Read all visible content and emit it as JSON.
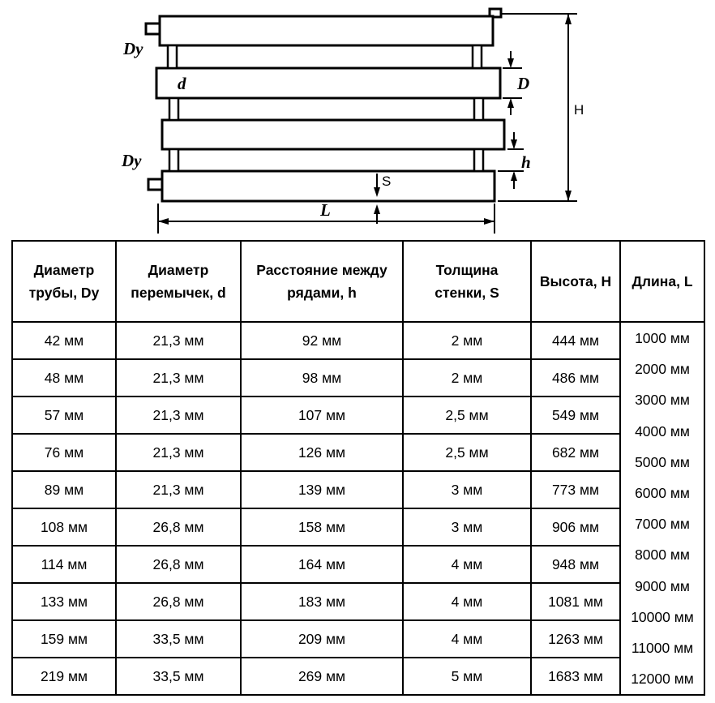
{
  "diagram": {
    "labels": {
      "dy_top": "Dy",
      "d": "d",
      "D": "D",
      "H": "H",
      "h": "h",
      "dy_bottom": "Dy",
      "S": "S",
      "L": "L"
    }
  },
  "table": {
    "headers": [
      "Диаметр трубы, Dy",
      "Диаметр перемычек, d",
      "Расстояние между рядами, h",
      "Толщина стенки, S",
      "Высота, H",
      "Длина, L"
    ],
    "rows": [
      [
        "42 мм",
        "21,3 мм",
        "92 мм",
        "2 мм",
        "444 мм"
      ],
      [
        "48 мм",
        "21,3 мм",
        "98 мм",
        "2 мм",
        "486 мм"
      ],
      [
        "57 мм",
        "21,3 мм",
        "107 мм",
        "2,5 мм",
        "549 мм"
      ],
      [
        "76 мм",
        "21,3 мм",
        "126 мм",
        "2,5 мм",
        "682 мм"
      ],
      [
        "89 мм",
        "21,3 мм",
        "139 мм",
        "3 мм",
        "773 мм"
      ],
      [
        "108 мм",
        "26,8 мм",
        "158 мм",
        "3 мм",
        "906 мм"
      ],
      [
        "114 мм",
        "26,8 мм",
        "164 мм",
        "4 мм",
        "948 мм"
      ],
      [
        "133 мм",
        "26,8 мм",
        "183 мм",
        "4 мм",
        "1081 мм"
      ],
      [
        "159 мм",
        "33,5 мм",
        "209 мм",
        "4 мм",
        "1263 мм"
      ],
      [
        "219 мм",
        "33,5 мм",
        "269 мм",
        "5 мм",
        "1683 мм"
      ]
    ],
    "length_values": [
      "1000 мм",
      "2000 мм",
      "3000 мм",
      "4000 мм",
      "5000 мм",
      "6000 мм",
      "7000 мм",
      "8000 мм",
      "9000 мм",
      "10000 мм",
      "11000 мм",
      "12000 мм"
    ]
  }
}
